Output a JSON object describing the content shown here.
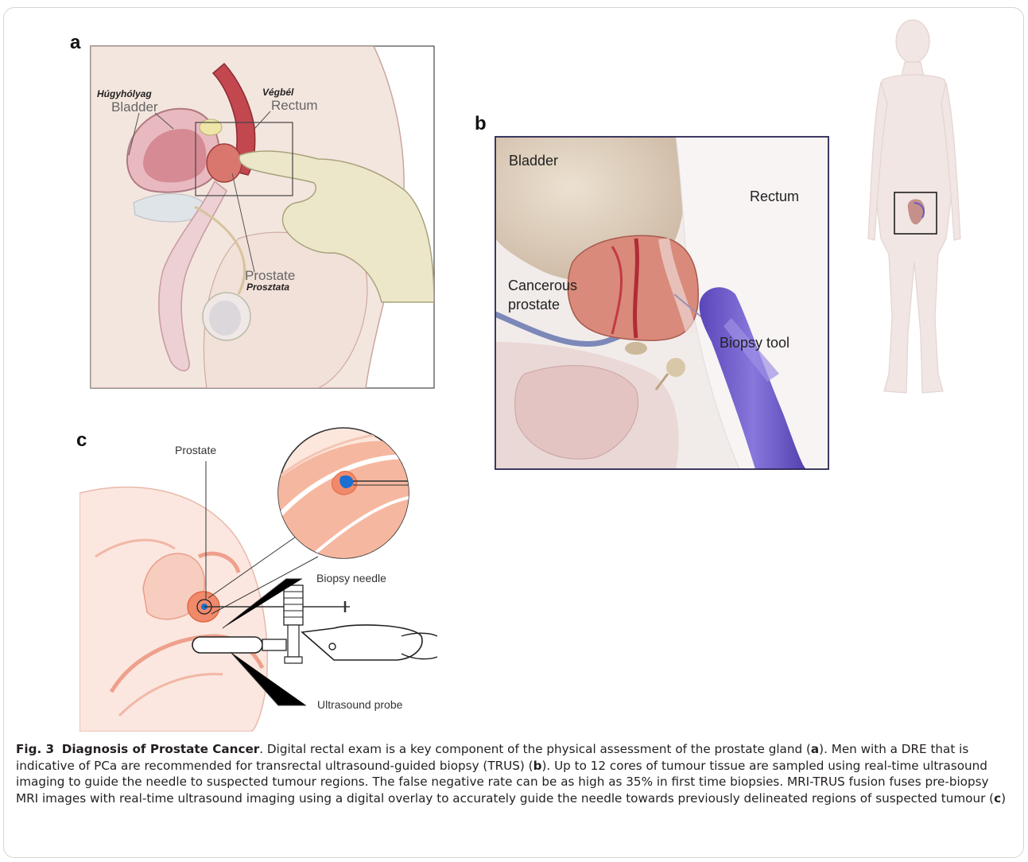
{
  "panels": {
    "a": {
      "letter": "a",
      "labels": {
        "bladder_hu": "Húgyhólyag",
        "bladder": "Bladder",
        "rectum_hu": "Végbél",
        "rectum": "Rectum",
        "prostate": "Prostate",
        "prostate_hu": "Prosztata"
      }
    },
    "b": {
      "letter": "b",
      "labels": {
        "bladder": "Bladder",
        "rectum": "Rectum",
        "cancerous_prostate_line1": "Cancerous",
        "cancerous_prostate_line2": "prostate",
        "biopsy_tool": "Biopsy tool"
      }
    },
    "c": {
      "letter": "c",
      "labels": {
        "prostate": "Prostate",
        "biopsy_needle": "Biopsy needle",
        "ultrasound_probe": "Ultrasound probe"
      }
    }
  },
  "caption": {
    "fig_label": "Fig. 3",
    "title": "Diagnosis of Prostate Cancer",
    "t1": ". Digital rectal exam is a key component of the physical assessment of the prostate gland (",
    "ref_a": "a",
    "t2": "). Men with a DRE that is indicative of PCa are recommended for transrectal ultrasound-guided biopsy (TRUS) (",
    "ref_b": "b",
    "t3": "). Up to 12 cores of tumour tissue are sampled using real-time ultrasound imaging to guide the needle to suspected tumour regions. The false negative rate can be as high as 35% in first time biopsies. MRI-TRUS fusion fuses pre-biopsy MRI images with real-time ultrasound imaging using a digital overlay to accurately guide the needle towards previously delineated regions of suspected tumour (",
    "ref_c": "c",
    "t4": ")"
  },
  "colors": {
    "skin": "#f3e6de",
    "tissue_pink": "#e9b9c0",
    "prostate_red": "#d9776f",
    "rectum_red": "#c2474f",
    "glove": "#ece7c8",
    "probe_purple": "#6b58c8",
    "bladder_beige": "#e4d6c4",
    "salmon": "#f0a58d",
    "tumour_blue": "#1a6fd1"
  }
}
